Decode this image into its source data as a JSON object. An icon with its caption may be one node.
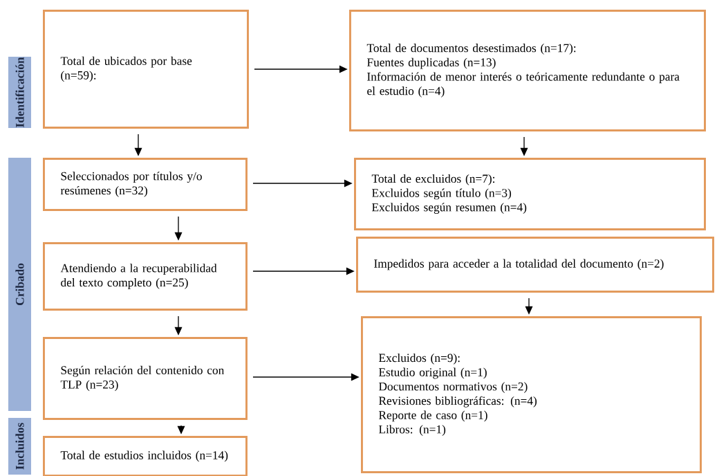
{
  "diagram": {
    "nodes": [
      {
        "text": [
          "Identificación"
        ]
      },
      {
        "text": [
          "Cribado"
        ]
      },
      {
        "text": [
          "Incluidos"
        ]
      },
      {
        "text": [
          "Total de ubicados por base (n=59):"
        ]
      },
      {
        "text": [
          "Total de documentos desestimados (n=17):",
          "Fuentes duplicadas (n=13)",
          "Información de menor interés o teóricamente redundante o para el estudio (n=4)"
        ]
      },
      {
        "text": [
          "Seleccionados por títulos y/o resúmenes (n=32)"
        ]
      },
      {
        "text": [
          "Total de excluidos (n=7):",
          "Excluidos según título (n=3)",
          "Excluidos según resumen (n=4)"
        ]
      },
      {
        "text": [
          "Atendiendo a la recuperabilidad del texto completo (n=25)"
        ]
      },
      {
        "text": [
          "Impedidos para acceder a la totalidad del documento (n=2)"
        ]
      },
      {
        "text": [
          "Según relación del contenido con TLP (n=23)"
        ]
      },
      {
        "text": [
          "Excluidos (n=9):",
          "Estudio original (n=1)",
          "Documentos normativos (n=2)",
          "Revisiones bibliográficas: (n=4)",
          "Reporte de caso (n=1)",
          "Libros: (n=1)"
        ]
      },
      {
        "text": [
          "Total de estudios incluidos (n=14)"
        ]
      }
    ],
    "edges": [
      {
        "from": 3,
        "to": 4,
        "arrow": "to"
      },
      {
        "from": 3,
        "to": 5,
        "arrow": "to"
      },
      {
        "from": 4,
        "to": 6,
        "arrow": "to"
      },
      {
        "from": 5,
        "to": 6,
        "arrow": "to"
      },
      {
        "from": 5,
        "to": 7,
        "arrow": "to"
      },
      {
        "from": 7,
        "to": 8,
        "arrow": "to"
      },
      {
        "from": 7,
        "to": 9,
        "arrow": "to"
      },
      {
        "from": 8,
        "to": 10,
        "arrow": "to"
      },
      {
        "from": 9,
        "to": 10,
        "arrow": "to"
      },
      {
        "from": 9,
        "to": 11,
        "arrow": "to"
      }
    ]
  }
}
